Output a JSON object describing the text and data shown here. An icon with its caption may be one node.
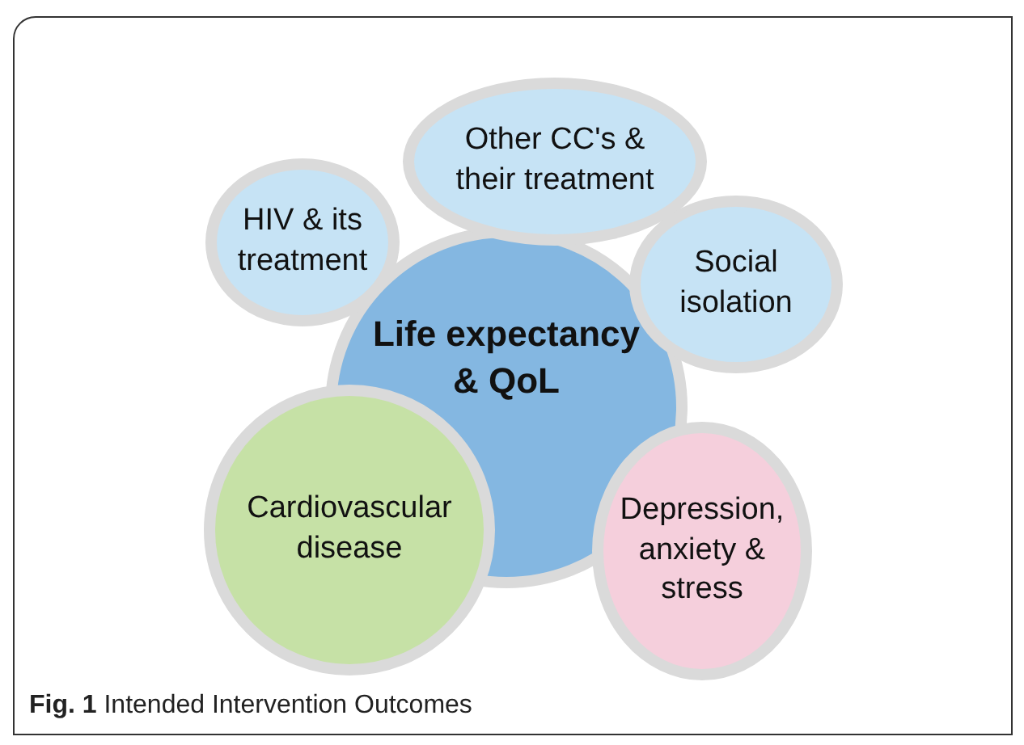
{
  "diagram": {
    "caption": "**Fig. 1** Intended Intervention Outcomes",
    "nodes": [
      {
        "text": [
          "Life expectancy & QoL"
        ]
      },
      {
        "text": [
          "Other CC's & their treatment"
        ]
      },
      {
        "text": [
          "HIV & its treatment"
        ]
      },
      {
        "text": [
          "Social isolation"
        ]
      },
      {
        "text": [
          "Cardiovascular disease"
        ]
      },
      {
        "text": [
          "Depression, anxiety & stress"
        ]
      }
    ]
  }
}
